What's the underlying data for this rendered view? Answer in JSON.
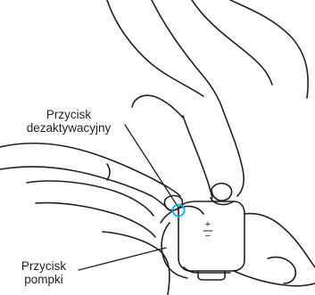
{
  "labels": {
    "deactivation_button": [
      "Przycisk",
      "dezaktywacyjny"
    ],
    "pump_button": [
      "Przycisk",
      "pompki"
    ]
  },
  "device": {
    "symbols": [
      "+",
      "−"
    ]
  },
  "colors": {
    "line": "#231f20",
    "highlight": "#00aeef",
    "background": "#ffffff"
  }
}
